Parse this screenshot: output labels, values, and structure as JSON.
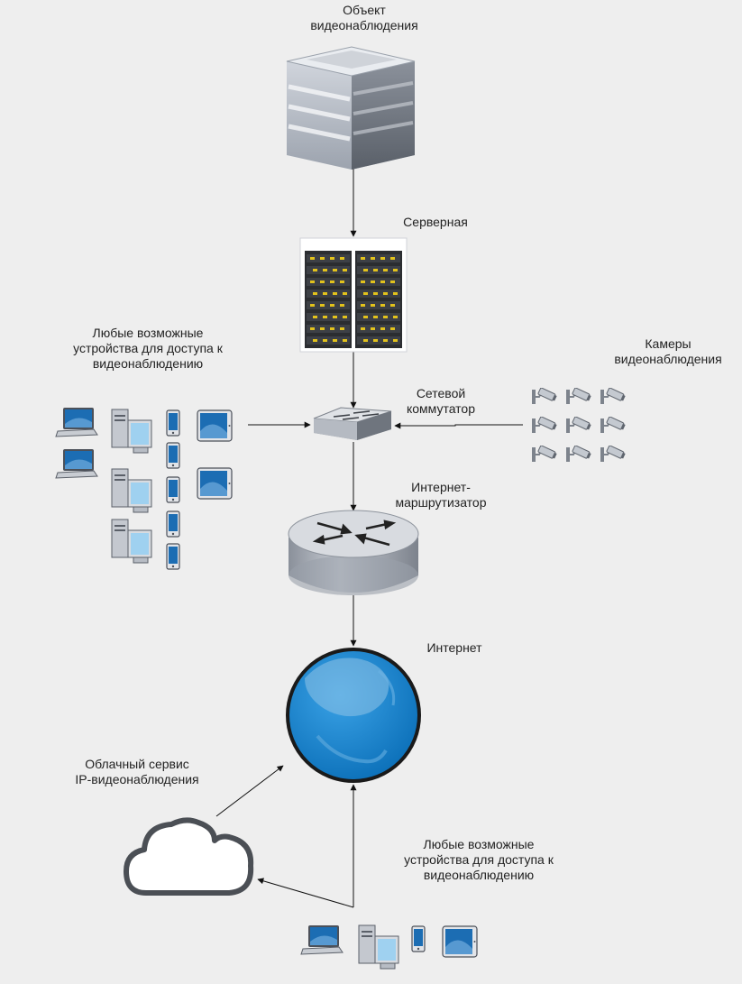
{
  "labels": {
    "building": [
      "Объект",
      "видеонаблюдения"
    ],
    "server_room": [
      "Серверная"
    ],
    "devices_top": [
      "Любые возможные",
      "устройства для доступа к",
      "видеонаблюдению"
    ],
    "cameras": [
      "Камеры",
      "видеонаблюдения"
    ],
    "switch": [
      "Сетевой",
      "коммутатор"
    ],
    "router": [
      "Интернет-",
      "маршрутизатор"
    ],
    "internet": [
      "Интернет"
    ],
    "cloud": [
      "Облачный сервис",
      "IP-видеонаблюдения"
    ],
    "devices_bottom": [
      "Любые возможные",
      "устройства для доступа к",
      "видеонаблюдению"
    ]
  },
  "colors": {
    "background": "#eeeeee",
    "connector": "#111111",
    "globe": "#1e88d0",
    "screen": "#1c6db3",
    "device_body": "#b7bcc4"
  },
  "icons": [
    "office-building-icon",
    "server-rack-icon",
    "network-switch-icon",
    "router-icon",
    "globe-icon",
    "cloud-icon",
    "laptop-icon",
    "desktop-pc-icon",
    "smartphone-icon",
    "tablet-icon",
    "cctv-camera-icon"
  ]
}
